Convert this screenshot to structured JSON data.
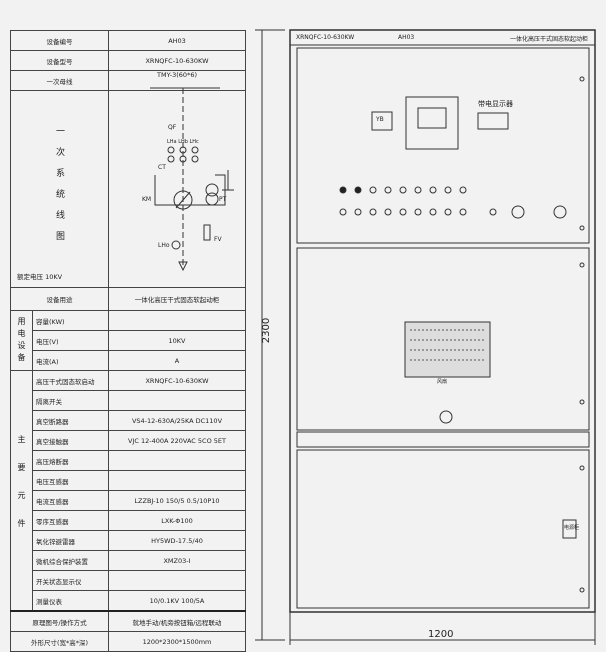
{
  "table": {
    "device_no_label": "设备编号",
    "device_no": "AH03",
    "device_model_label": "设备型号",
    "device_model": "XRNQFC-10-630KW",
    "busbar_label": "一次母线",
    "busbar": "TMY-3(60*6)",
    "diagram_label": "一次系统线图",
    "rated_voltage": "额定电压 10KV",
    "purpose_label": "设备用途",
    "purpose": "一体化高压干式固态软起动柜",
    "load_group": "用电设备",
    "load_rows": [
      {
        "label": "容量(KW)",
        "value": ""
      },
      {
        "label": "电压(V)",
        "value": "10KV"
      },
      {
        "label": "电流(A)",
        "value": "A"
      }
    ],
    "main_group": "主要元件",
    "main_rows": [
      {
        "label": "高压干式固态软启动",
        "value": "XRNQFC-10-630KW"
      },
      {
        "label": "隔离开关",
        "value": ""
      },
      {
        "label": "真空断路器",
        "value": "VS4-12-630A/25KA DC110V"
      },
      {
        "label": "真空接触器",
        "value": "VJC 12-400A 220VAC 5CO 5ET"
      },
      {
        "label": "高压熔断器",
        "value": ""
      },
      {
        "label": "电压互感器",
        "value": ""
      },
      {
        "label": "电流互感器",
        "value": "LZZBJ-10 150/5 0.5/10P10"
      },
      {
        "label": "零序互感器",
        "value": "LXK-Φ100"
      },
      {
        "label": "氧化锌避雷器",
        "value": "HY5WD-17.5/40"
      },
      {
        "label": "微机综合保护装置",
        "value": "XMZ03-I"
      },
      {
        "label": "开关状态显示仪",
        "value": ""
      },
      {
        "label": "测量仪表",
        "value": "10/0.1KV 100/5A"
      }
    ],
    "scheme_label": "原理图号/操作方式",
    "scheme": "就地手动/机旁按钮箱/远程联动",
    "size_label": "外形尺寸(宽*高*深)",
    "size": "1200*2300*1500mm"
  },
  "diagram_labels": {
    "qf": "QF",
    "ct": "CT",
    "km": "KM",
    "pt": "PT",
    "fv": "FV",
    "lh": "LHa LHb LHc",
    "zero": "LHo"
  },
  "cabinet": {
    "model": "XRNQFC-10-630KW",
    "number": "AH03",
    "title": "一体化高压干式固态软起动柜",
    "yb": "YB",
    "live_display": "带电显示器",
    "height_dim": "2300",
    "width_dim": "1200",
    "fan_label": "风扇",
    "door_label": "电源柜"
  }
}
